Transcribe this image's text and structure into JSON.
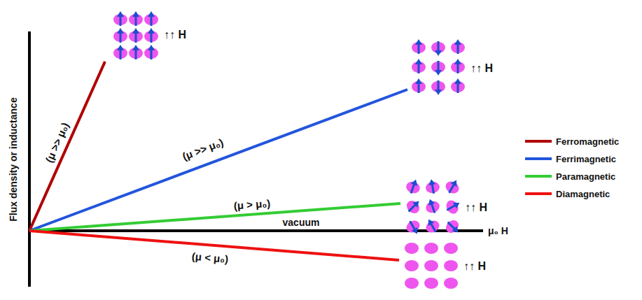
{
  "diagram": {
    "labels": [
      "Flux density or inductance",
      "(μ >> μ₀)",
      "↑↑ H",
      "(μ >> μ₀)",
      "↑↑ H",
      "(μ > μ₀)",
      "↑↑ H",
      "vacuum",
      "μ₀ H",
      "(μ < μ₀)",
      "↑↑ H"
    ],
    "legend": [
      {
        "text": "Ferromagnetic",
        "color": "#b00000"
      },
      {
        "text": "Ferrimagnetic",
        "color": "#2255dd"
      },
      {
        "text": "Paramagnetic",
        "color": "#33cc33"
      },
      {
        "text": "Diamagnetic",
        "color": "#ee1111"
      }
    ]
  }
}
